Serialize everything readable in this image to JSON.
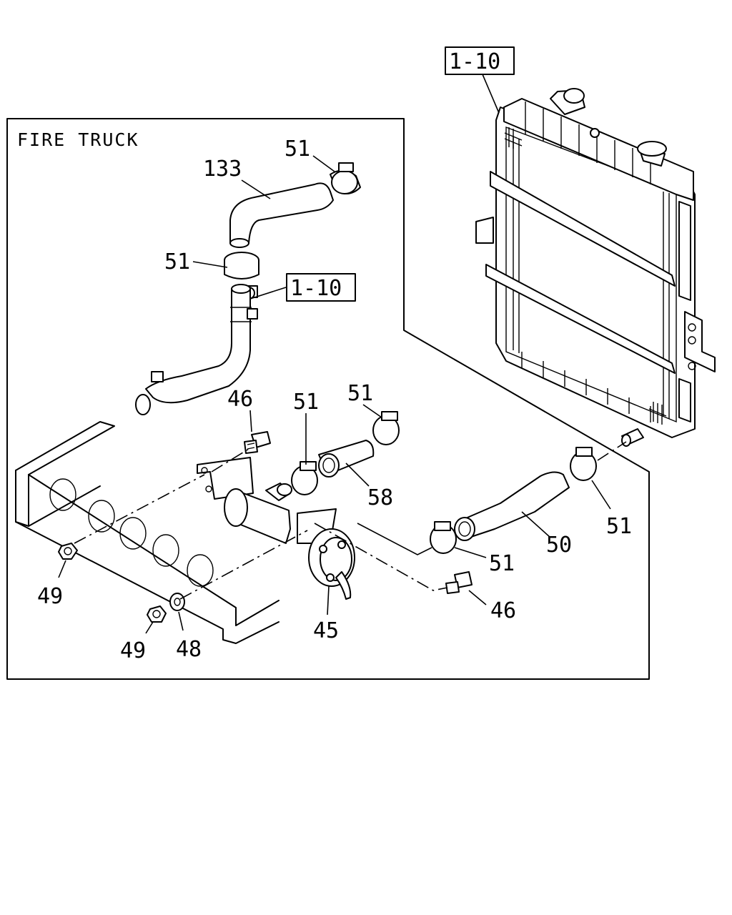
{
  "inset": {
    "header": "FIRE TRUCK"
  },
  "references": {
    "top": "1-10",
    "inset": "1-10"
  },
  "callouts": {
    "c133": "133",
    "c51_top": "51",
    "c51_mid": "51",
    "c46_top": "46",
    "c51_a": "51",
    "c51_b": "51",
    "c58": "58",
    "c51_right": "51",
    "c50": "50",
    "c51_low": "51",
    "c46_low": "46",
    "c49_left": "49",
    "c45": "45",
    "c49_bottom": "49",
    "c48": "48"
  }
}
